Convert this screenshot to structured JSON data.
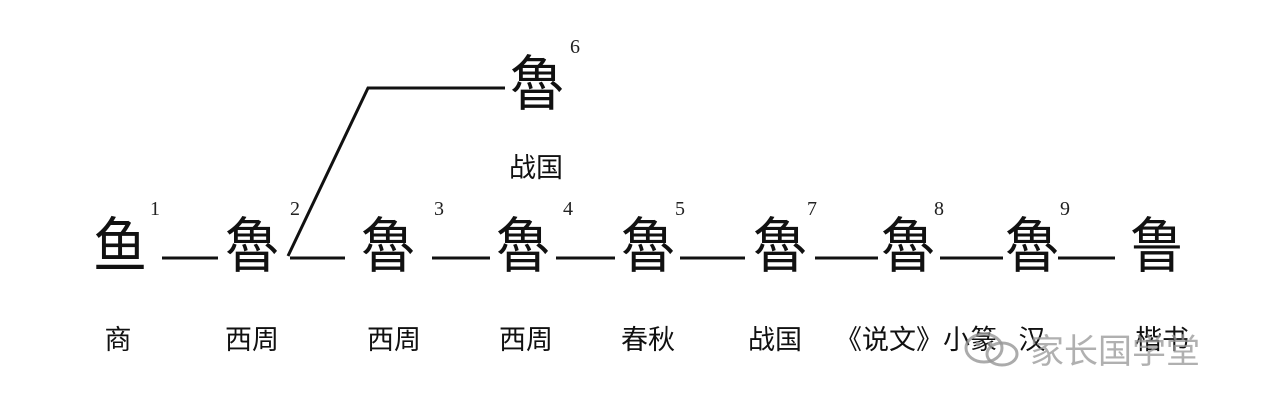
{
  "glyphs": [
    {
      "id": 1,
      "char": "鱼",
      "era": "商"
    },
    {
      "id": 2,
      "char": "魯",
      "era": "西周"
    },
    {
      "id": 3,
      "char": "魯",
      "era": "西周"
    },
    {
      "id": 4,
      "char": "魯",
      "era": "西周"
    },
    {
      "id": 5,
      "char": "魯",
      "era": "春秋"
    },
    {
      "id": 7,
      "char": "魯",
      "era": "战国"
    },
    {
      "id": 8,
      "char": "魯",
      "era": "《说文》小篆"
    },
    {
      "id": 9,
      "char": "魯",
      "era": "汉"
    },
    {
      "id": 10,
      "char": "鲁",
      "era": "楷书"
    }
  ],
  "branch": {
    "id": 6,
    "char": "魯",
    "era": "战国"
  },
  "watermark": "家长国学堂"
}
